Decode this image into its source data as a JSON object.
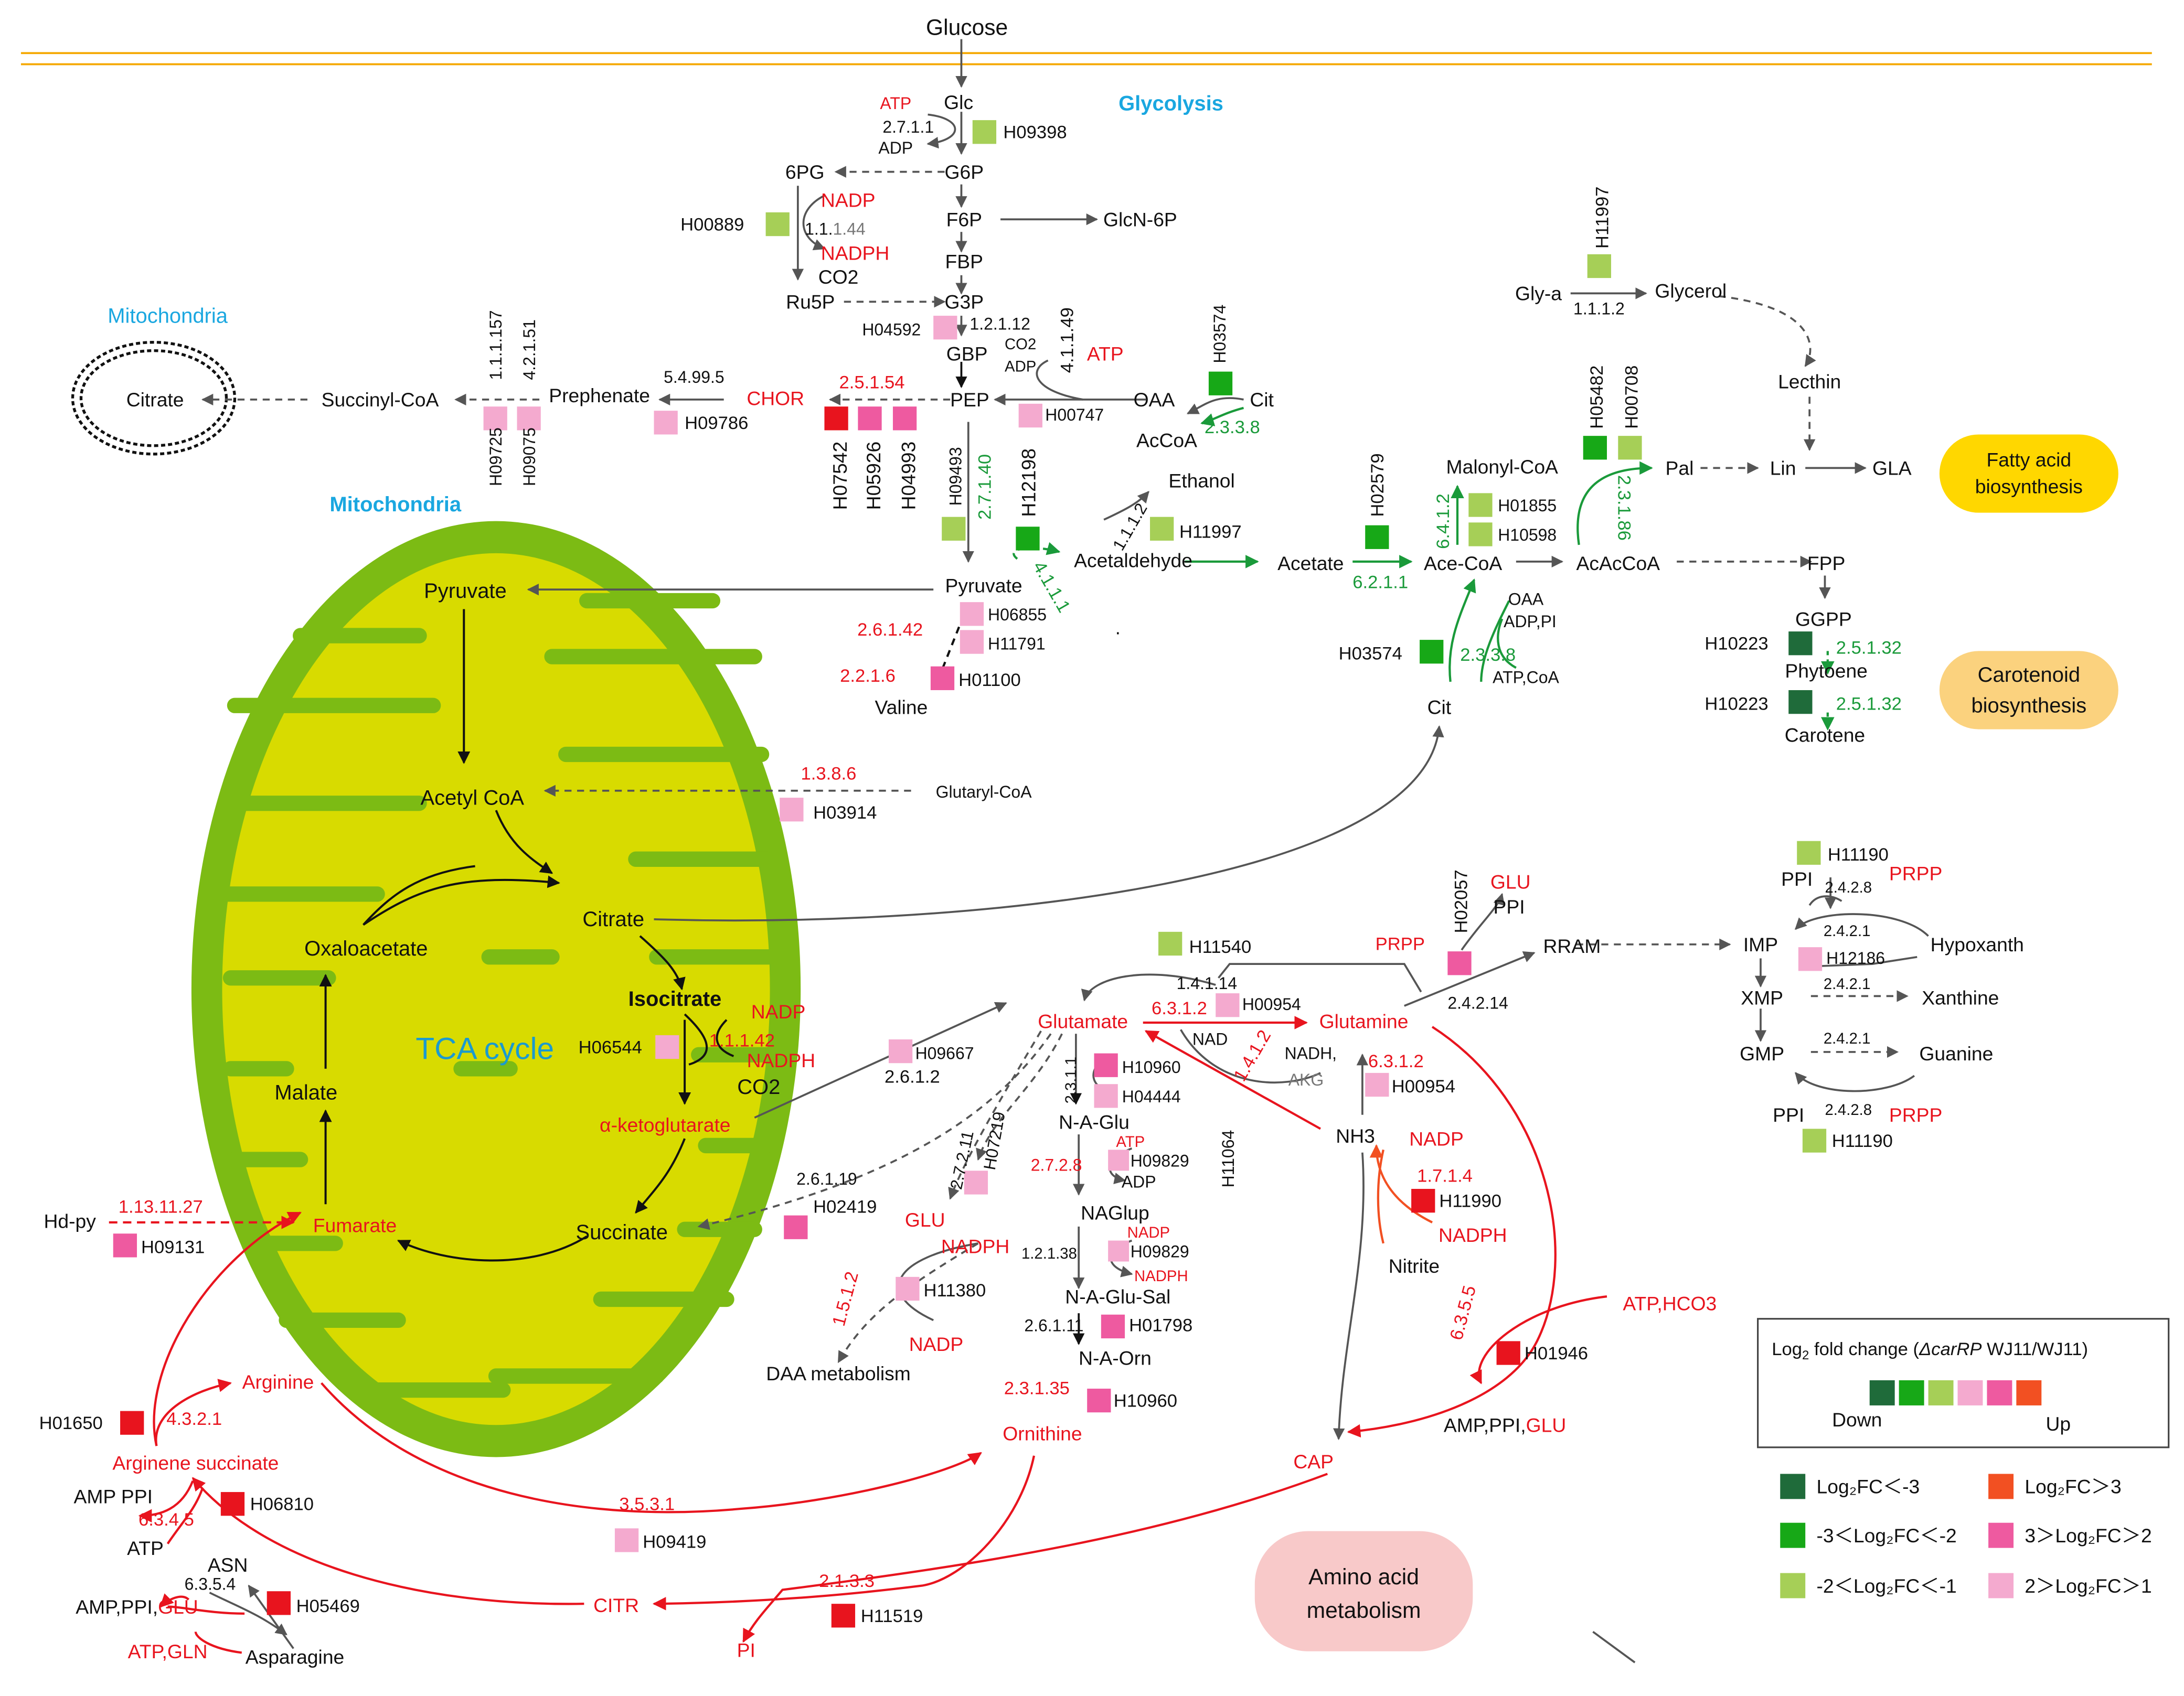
{
  "colors": {
    "dark_green": "#1f6b3a",
    "green": "#17a817",
    "light_green": "#a6cf57",
    "light_pink": "#f4aacf",
    "pink": "#ee5aa0",
    "red": "#e8141e",
    "orange": "#f25022",
    "text_red": "#e8141e",
    "text_green": "#1a9a3a",
    "text_blue": "#1aa7e0",
    "arrow_gray": "#555555",
    "mito_outer": "#7cbb14",
    "mito_inner": "#d8db00",
    "header_line": "#f5a800"
  },
  "header": {
    "glucose": "Glucose",
    "glycolysis": "Glycolysis"
  },
  "regions": {
    "mito_small": "Mitochondria",
    "mito_small_citrate": "Citrate",
    "mito_big": "Mitochondria",
    "tca": "TCA cycle",
    "fatty_acid": "Fatty acid biosynthesis",
    "carotenoid": "Carotenoid biosynthesis",
    "amino_acid": "Amino acid metabolism"
  },
  "glycolysis": {
    "glc": "Glc",
    "atp": "ATP",
    "adp": "ADP",
    "ec_2711": "2.7.1.1",
    "h09398": "H09398",
    "g6p": "G6P",
    "pg6": "6PG",
    "nadp": "NADP",
    "nadph": "NADPH",
    "co2": "CO2",
    "ec_1144_a": "1.1.",
    "ec_1144_b": "1.44",
    "h00889": "H00889",
    "f6p": "F6P",
    "glcn6p": "GlcN-6P",
    "fbp": "FBP",
    "ru5p": "Ru5P",
    "g3p": "G3P",
    "h04592": "H04592",
    "ec_12112": "1.2.1.12",
    "gbp": "GBP",
    "co2b": "CO2",
    "adpb": "ADP",
    "ec_41149": "4.1.1.49",
    "atp2": "ATP",
    "pep": "PEP",
    "h00747": "H00747",
    "oaa": "OAA",
    "cit": "Cit",
    "h03574": "H03574",
    "accoa": "AcCoA",
    "ec_2338": "2.3.3.8",
    "chor": "CHOR",
    "ec_25154": "2.5.1.54",
    "h07542": "H07542",
    "h05926": "H05926",
    "h04993": "H04993",
    "prephenate": "Prephenate",
    "ec_549995": "5.4.99.5",
    "h09786": "H09786",
    "succcoa": "Succinyl-CoA",
    "ec_111157": "1.1.1.157",
    "ec_42151": "4.2.1.51",
    "h09725": "H09725",
    "h09075": "H09075",
    "h09493": "H09493",
    "ec_27140": "2.7.1.40",
    "h12198": "H12198",
    "pyruvate": "Pyruvate",
    "ec_4111": "4.1.1.1",
    "acetaldehyde": "Acetaldehyde",
    "ethanol": "Ethanol",
    "ec_1112": "1.1.1.2",
    "h11997": "H11997",
    "acetate": "Acetate",
    "h06855": "H06855",
    "h11791": "H11791",
    "ec_26142": "2.6.1.42",
    "ec_2216": "2.2.1.6",
    "h01100": "H01100",
    "valine": "Valine",
    "dot": "."
  },
  "fatty": {
    "h11997b": "H11997",
    "glya": "Gly-a",
    "glycerol": "Glycerol",
    "ec_1112b": "1.1.1.2",
    "lecthin": "Lecthin",
    "h05482": "H05482",
    "h00708": "H00708",
    "malonyl": "Malonyl-CoA",
    "pal": "Pal",
    "lin": "Lin",
    "gla": "GLA",
    "h02579": "H02579",
    "ec_6412": "6.4.1.2",
    "h01855": "H01855",
    "h10598": "H10598",
    "ec_23186": "2.3.1.86",
    "acecoa": "Ace-CoA",
    "ec_6211": "6.2.1.1",
    "acaccoa": "AcAcCoA",
    "fpp": "FPP",
    "ggpp": "GGPP",
    "phytoene": "Phytoene",
    "carotene": "Carotene",
    "h10223a": "H10223",
    "h10223b": "H10223",
    "ec_25132a": "2.5.1.32",
    "ec_25132b": "2.5.1.32",
    "h03574b": "H03574",
    "oaa": "OAA",
    "adppi": "ADP,PI",
    "ec_2338b": "2.3.3.8",
    "atpcoa": "ATP,CoA",
    "cit": "Cit"
  },
  "tca": {
    "pyruvate": "Pyruvate",
    "acetylcoa": "Acetyl CoA",
    "citrate": "Citrate",
    "isocitrate": "Isocitrate",
    "oxaloacetate": "Oxaloacetate",
    "malate": "Malate",
    "akg": "α-ketoglutarate",
    "succinate": "Succinate",
    "fumarate": "Fumarate",
    "nadp": "NADP",
    "nadph": "NADPH",
    "co2": "CO2",
    "ec_11142": "1.1.1.42",
    "h06544": "H06544",
    "ec_1386": "1.3.8.6",
    "h03914": "H03914",
    "glutaryl": "Glutaryl-CoA",
    "hdpy": "Hd-py",
    "ec_1131127": "1.13.11.27",
    "h09131": "H09131"
  },
  "amino": {
    "h11540": "H11540",
    "h09667": "H09667",
    "ec_2612": "2.6.1.2",
    "glutamate": "Glutamate",
    "ec_14114": "1.4.1.14",
    "ec_6312": "6.3.1.2",
    "h00954a": "H00954",
    "glutamine": "Glutamine",
    "nad": "NAD",
    "nadh": "NADH,",
    "akg": "AKG",
    "ec_1412": "1.4.1.2",
    "h11064": "H11064",
    "ec_6312b": "6.3.1.2",
    "h00954b": "H00954",
    "nh3": "NH3",
    "prpp": "PRPP",
    "h02057": "H02057",
    "glu": "GLU",
    "ppi": "PPI",
    "rram": "RRAM",
    "ec_24214": "2.4.2.14",
    "h10960a": "H10960",
    "h04444": "H04444",
    "ec_2311": "2.3.1.1",
    "naglu": "N-A-Glu",
    "atp": "ATP",
    "ec_2728": "2.7.2.8",
    "h09829a": "H09829",
    "adp": "ADP",
    "naglup": "NAGlup",
    "nadp": "NADP",
    "ec_121038": "1.2.1.38",
    "h09829b": "H09829",
    "nadph": "NADPH",
    "naglusal": "N-A-Glu-Sal",
    "ec_26111": "2.6.1.11",
    "h01798": "H01798",
    "naorn": "N-A-Orn",
    "ec_23135": "2.3.1.35",
    "h10960b": "H10960",
    "ornithine": "Ornithine",
    "ec_27211": "2.7.2.11",
    "h07219": "H07219",
    "ec_26119": "2.6.1.19",
    "h02419": "H02419",
    "glu2": "GLU",
    "nadph2": "NADPH",
    "ec_1512": "1.5.1.2",
    "h11380": "H11380",
    "nadp2": "NADP",
    "daa": "DAA metabolism",
    "nadp3": "NADP",
    "ec_1714": "1.7.1.4",
    "h11990": "H11990",
    "nadph3": "NADPH",
    "nitrite": "Nitrite",
    "atphco3": "ATP,HCO3",
    "ec_6355": "6.3.5.5",
    "h01946": "H01946",
    "ampppiglu_a": "AMP,PPI,",
    "ampppiglu_b": "GLU",
    "cap": "CAP",
    "arginine": "Arginine",
    "h01650": "H01650",
    "ec_4321": "4.3.2.1",
    "argsucc": "Arginene succinate",
    "ampppi": "AMP PPI",
    "ec_6345": "6.3.4.5",
    "h06810": "H06810",
    "atp2": "ATP",
    "asn": "ASN",
    "ec_3531": "3.5.3.1",
    "h09419": "H09419",
    "ampppiglu2_a": "AMP,PPI,",
    "ampppiglu2_b": "GLU",
    "ec_6354": "6.3.5.4",
    "h05469": "H05469",
    "atpgln": "ATP,GLN",
    "asparagine": "Asparagine",
    "citr": "CITR",
    "ec_2133": "2.1.3.3",
    "h11519": "H11519",
    "pi": "PI"
  },
  "purine": {
    "h11190a": "H11190",
    "ppi1": "PPI",
    "ec_2428a": "2.4.2.8",
    "prpp1": "PRPP",
    "imp": "IMP",
    "ec_2421a": "2.4.2.1",
    "h12186": "H12186",
    "hypoxanth": "Hypoxanth",
    "xmp": "XMP",
    "ec_2421b": "2.4.2.1",
    "xanthine": "Xanthine",
    "gmp": "GMP",
    "ec_2421c": "2.4.2.1",
    "guanine": "Guanine",
    "ppi2": "PPI",
    "ec_2428b": "2.4.2.8",
    "prpp2": "PRPP",
    "h11190b": "H11190"
  },
  "legend": {
    "title_a": "Log",
    "title_sub": "2",
    "title_b": " fold change (",
    "title_gene": "ΔcarRP",
    "title_c": " WJ11/WJ11)",
    "down": "Down",
    "up": "Up",
    "items": [
      {
        "label": "Log₂FC＜-3",
        "color": "#1f6b3a"
      },
      {
        "label": "-3＜Log₂FC＜-2",
        "color": "#17a817"
      },
      {
        "label": "-2＜Log₂FC＜-1",
        "color": "#a6cf57"
      },
      {
        "label": "Log₂FC＞3",
        "color": "#f25022"
      },
      {
        "label": "3＞Log₂FC＞2",
        "color": "#ee5aa0"
      },
      {
        "label": "2＞Log₂FC＞1",
        "color": "#f4aacf"
      }
    ]
  }
}
